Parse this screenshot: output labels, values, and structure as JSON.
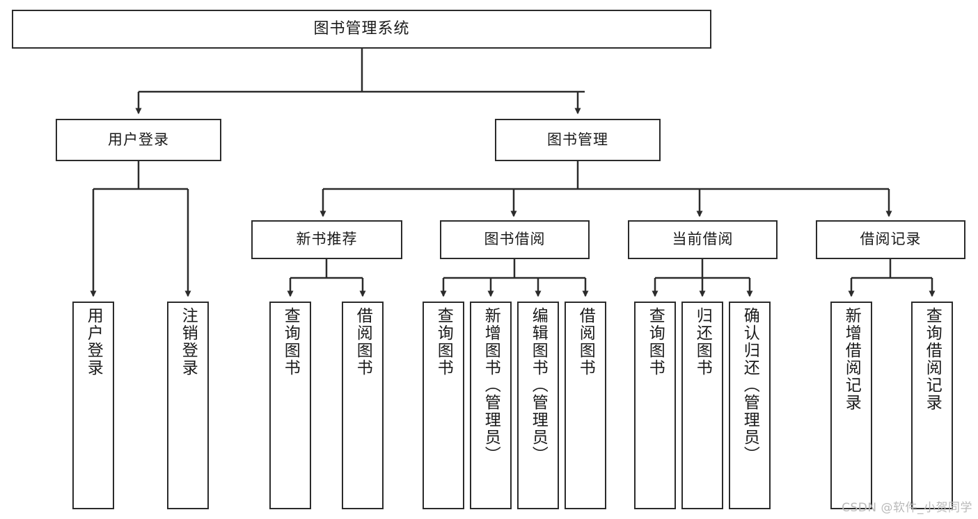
{
  "diagram": {
    "title": "图书管理系统",
    "type": "hierarchy-tree",
    "stroke_color": "#2b2b2b",
    "fill_color": "#ffffff",
    "text_color": "#1a1a1a",
    "watermark": "CSDN @软件_小贺同学",
    "levels": 4,
    "root": {
      "label": "图书管理系统"
    },
    "level1": [
      {
        "label": "用户登录"
      },
      {
        "label": "图书管理"
      }
    ],
    "level2": [
      {
        "label": "新书推荐"
      },
      {
        "label": "图书借阅"
      },
      {
        "label": "当前借阅"
      },
      {
        "label": "借阅记录"
      }
    ],
    "leaves": {
      "user_login": [
        {
          "label": "用户登录"
        },
        {
          "label": "注销登录"
        }
      ],
      "new_book_recommend": [
        {
          "label": "查询图书"
        },
        {
          "label": "借阅图书"
        }
      ],
      "book_borrow": [
        {
          "label": "查询图书"
        },
        {
          "label": "新增图书（管理员）"
        },
        {
          "label": "编辑图书（管理员）"
        },
        {
          "label": "借阅图书"
        }
      ],
      "current_borrow": [
        {
          "label": "查询图书"
        },
        {
          "label": "归还图书"
        },
        {
          "label": "确认归还（管理员）"
        }
      ],
      "borrow_record": [
        {
          "label": "新增借阅记录"
        },
        {
          "label": "查询借阅记录"
        }
      ]
    }
  }
}
